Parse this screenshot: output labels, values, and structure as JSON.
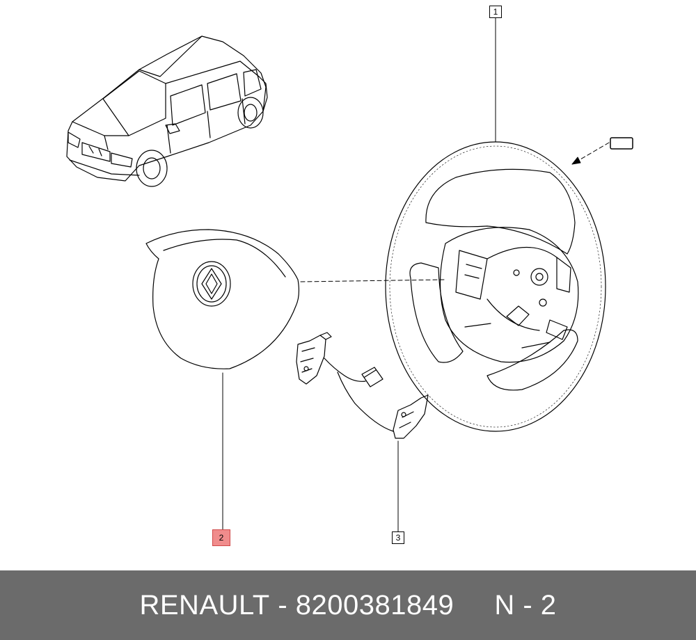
{
  "callouts": {
    "c1": "1",
    "c2": "2",
    "c3": "3"
  },
  "footer": {
    "brand": "RENAULT",
    "separator": " - ",
    "part_number": "8200381849",
    "ref": "N - 2"
  },
  "colors": {
    "footer_bg": "#6b6b6b",
    "highlight": "#f08c8c",
    "line": "#000000"
  }
}
